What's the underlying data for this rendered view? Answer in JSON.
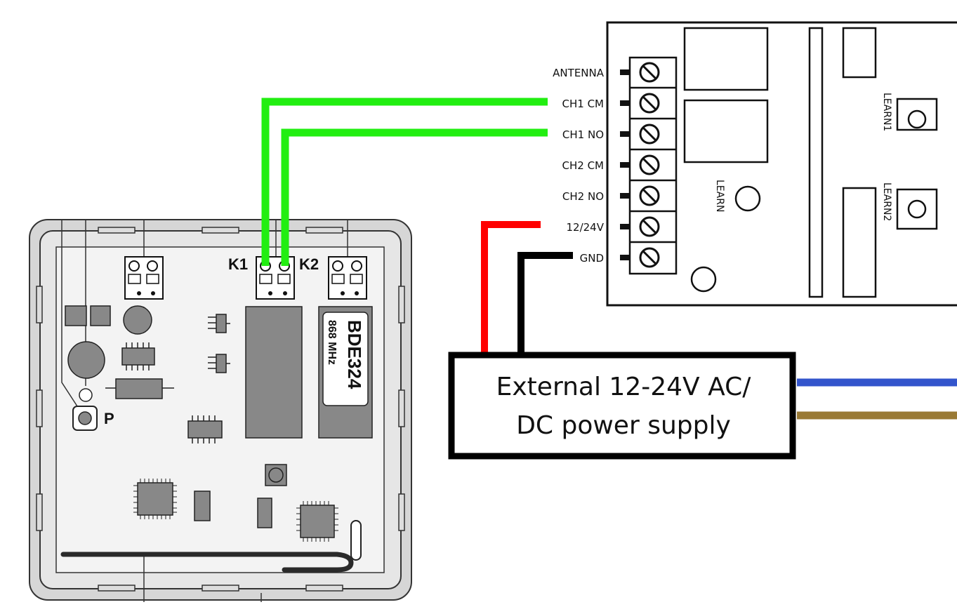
{
  "receiver_module": {
    "terminal_labels": [
      "ANTENNA",
      "CH1 CM",
      "CH1 NO",
      "CH2 CM",
      "CH2 NO",
      "12/24V",
      "GND"
    ],
    "learn_label": "LEARN",
    "learn1_label": "LEARN1",
    "learn2_label": "LEARN2"
  },
  "control_unit": {
    "k1_label": "K1",
    "k2_label": "K2",
    "p_label": "P",
    "module_name": "BDE324",
    "module_freq": "868 MHz"
  },
  "power_supply": {
    "line1": "External 12-24V AC/",
    "line2": "DC power supply"
  },
  "wire_colors": {
    "relay": "#22ee11",
    "positive": "#ff0000",
    "ground": "#000000",
    "mains_blue": "#3355cc",
    "mains_brown": "#9a7a35"
  }
}
